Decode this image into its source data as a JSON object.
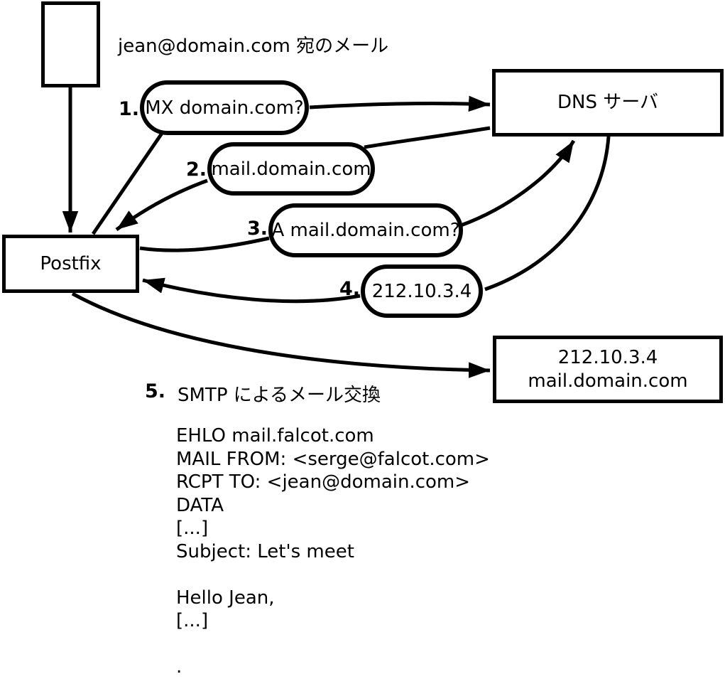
{
  "diagram": {
    "title": "jean@domain.com 宛のメール",
    "nodes": {
      "postfix": {
        "label": "Postfix"
      },
      "dns_server": {
        "label": "DNS サーバ"
      },
      "mail_server": {
        "line1": "212.10.3.4",
        "line2": "mail.domain.com"
      }
    },
    "steps": [
      {
        "num": "1.",
        "label": "MX domain.com?"
      },
      {
        "num": "2.",
        "label": "mail.domain.com"
      },
      {
        "num": "3.",
        "label": "A mail.domain.com?"
      },
      {
        "num": "4.",
        "label": "212.10.3.4"
      },
      {
        "num": "5.",
        "label": "SMTP によるメール交換"
      }
    ],
    "smtp_transcript": "EHLO mail.falcot.com\nMAIL FROM: <serge@falcot.com>\nRCPT TO: <jean@domain.com>\nDATA\n[...]\nSubject: Let's meet\n\nHello Jean,\n[...]\n\n.",
    "colors": {
      "ink": "#000000",
      "background": "#ffffff"
    }
  }
}
